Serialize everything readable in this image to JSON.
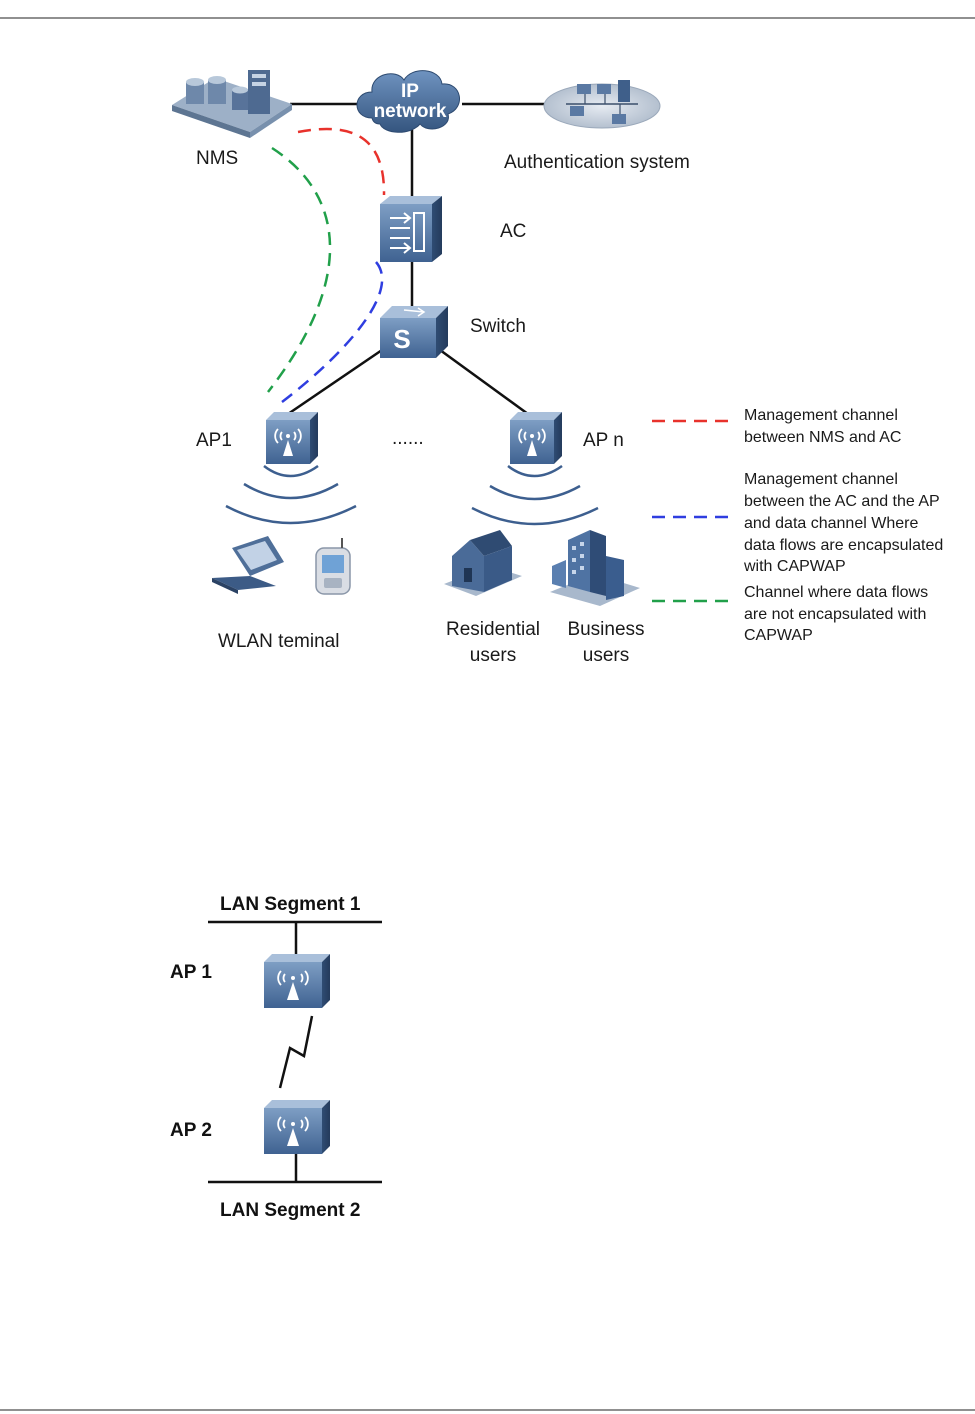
{
  "diagram1": {
    "cloud_label_line1": "IP",
    "cloud_label_line2": "network",
    "nms_label": "NMS",
    "auth_label": "Authentication system",
    "ac_label": "AC",
    "switch_label": "Switch",
    "switch_glyph": "S",
    "ap1_label": "AP1",
    "apn_label": "AP n",
    "ellipsis": "......",
    "wlan_label": "WLAN teminal",
    "residential_line1": "Residential",
    "residential_line2": "users",
    "business_line1": "Business",
    "business_line2": "users",
    "legend": [
      {
        "color": "#e8322c",
        "lines": [
          "Management channel",
          "between NMS and AC"
        ]
      },
      {
        "color": "#2f3ee0",
        "lines": [
          "Management channel",
          "between the AC and the AP",
          "and data channel Where",
          "data flows are encapsulated",
          "with CAPWAP"
        ]
      },
      {
        "color": "#21a04a",
        "lines": [
          "Channel where data flows",
          "are not encapsulated with",
          "CAPWAP"
        ]
      }
    ]
  },
  "diagram2": {
    "lan1_label": "LAN Segment 1",
    "lan2_label": "LAN Segment 2",
    "ap1_label": "AP 1",
    "ap2_label": "AP 2"
  },
  "colors": {
    "device_blue": "#5b7fa8",
    "device_dark": "#34547a",
    "cloud": "#4a6d9a"
  }
}
